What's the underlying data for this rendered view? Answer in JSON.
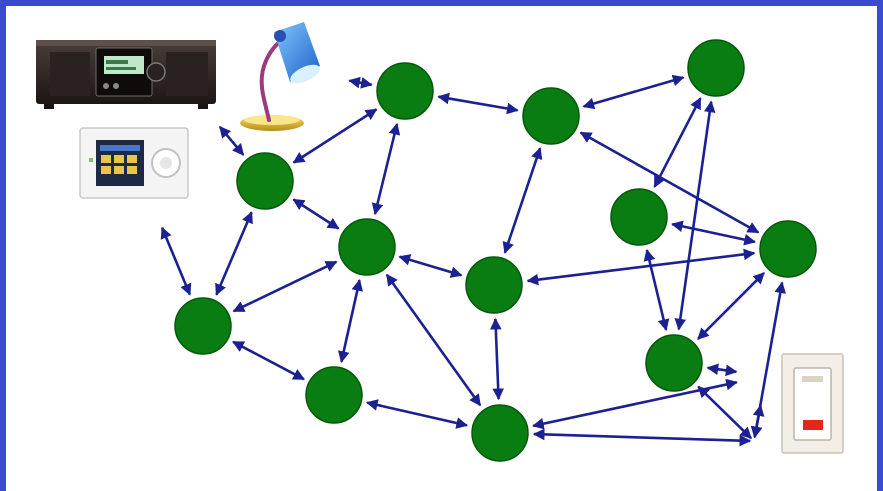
{
  "colors": {
    "frame": "#3a4bd0",
    "background": "#ffffff",
    "node_fill": "#0a7d12",
    "node_stroke": "#06590c",
    "arrow": "#1c2191"
  },
  "devices": [
    {
      "id": "av-receiver",
      "icon": "av-receiver-icon"
    },
    {
      "id": "desk-lamp",
      "icon": "desk-lamp-icon"
    },
    {
      "id": "touch-panel",
      "icon": "touch-panel-icon"
    },
    {
      "id": "wall-switch",
      "icon": "wall-switch-icon"
    }
  ],
  "nodes": [
    {
      "id": "n1"
    },
    {
      "id": "n2"
    },
    {
      "id": "n3"
    },
    {
      "id": "n4"
    },
    {
      "id": "n5"
    },
    {
      "id": "n6"
    },
    {
      "id": "n7"
    },
    {
      "id": "n8"
    },
    {
      "id": "n9"
    },
    {
      "id": "n10"
    },
    {
      "id": "n11"
    },
    {
      "id": "n12"
    },
    {
      "id": "n13"
    },
    {
      "id": "n14"
    }
  ],
  "links": [
    [
      "desk-lamp",
      "n2"
    ],
    [
      "av-receiver",
      "n1"
    ],
    [
      "n1",
      "n2"
    ],
    [
      "n2",
      "n5"
    ],
    [
      "n2",
      "n3"
    ],
    [
      "n3",
      "n4"
    ],
    [
      "n3",
      "n6"
    ],
    [
      "n3",
      "n8"
    ],
    [
      "n4",
      "n7"
    ],
    [
      "n4",
      "n9"
    ],
    [
      "n1",
      "n5"
    ],
    [
      "n1",
      "n10"
    ],
    [
      "touch-panel",
      "n10"
    ],
    [
      "n5",
      "n10"
    ],
    [
      "n5",
      "n6"
    ],
    [
      "n5",
      "n11"
    ],
    [
      "n5",
      "n12"
    ],
    [
      "n6",
      "n8"
    ],
    [
      "n6",
      "n12"
    ],
    [
      "n8",
      "n7"
    ],
    [
      "n8",
      "n9"
    ],
    [
      "n8",
      "n13"
    ],
    [
      "n7",
      "n9"
    ],
    [
      "n10",
      "n11"
    ],
    [
      "n11",
      "n12"
    ],
    [
      "n12",
      "n13"
    ],
    [
      "n9",
      "n13"
    ],
    [
      "n9",
      "wall-switch"
    ],
    [
      "n13",
      "wall-switch"
    ],
    [
      "n12",
      "wall-switch"
    ]
  ]
}
